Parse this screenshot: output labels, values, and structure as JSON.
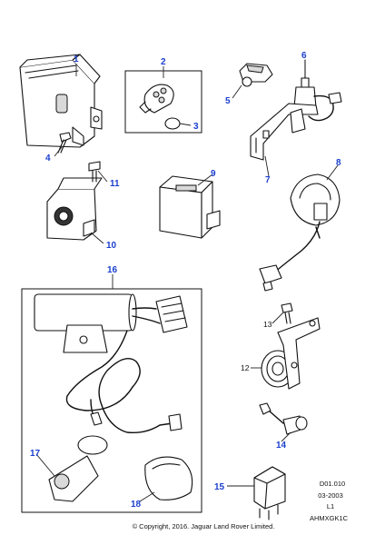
{
  "callouts": {
    "c1": "1",
    "c2": "2",
    "c3": "3",
    "c4": "4",
    "c5": "5",
    "c6": "6",
    "c7": "7",
    "c8": "8",
    "c9": "9",
    "c10": "10",
    "c11": "11",
    "c12": "12",
    "c13": "13",
    "c14": "14",
    "c15": "15",
    "c16": "16",
    "c17": "17",
    "c18": "18"
  },
  "callout_colors": {
    "highlighted": "#1a3fcf",
    "plain": "#111111"
  },
  "reference_block": {
    "diagram_code": "D01.010",
    "date": "03-2003",
    "level": "L1",
    "illustration_id": "AHMXGK1C"
  },
  "footer": {
    "copyright": "© Copyright, 2016. Jaguar Land Rover Limited."
  }
}
